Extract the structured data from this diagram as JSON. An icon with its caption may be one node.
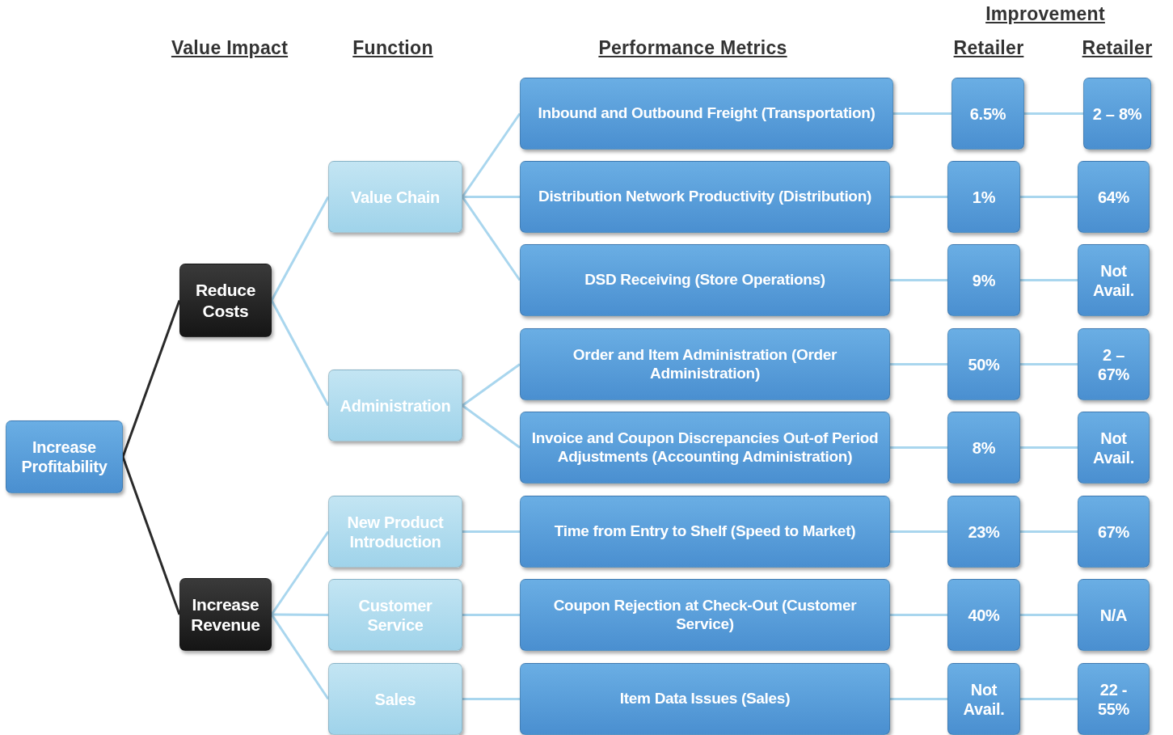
{
  "diagram": {
    "nodes": [
      {
        "text": [
          "Increase Profitability"
        ]
      },
      {
        "text": [
          "Reduce Costs"
        ]
      },
      {
        "text": [
          "Increase Revenue"
        ]
      },
      {
        "text": [
          "Value Chain"
        ]
      },
      {
        "text": [
          "Administration"
        ]
      },
      {
        "text": [
          "New Product Introduction"
        ]
      },
      {
        "text": [
          "Customer Service"
        ]
      },
      {
        "text": [
          "Sales"
        ]
      },
      {
        "text": [
          "Inbound and Outbound Freight (Transportation)"
        ]
      },
      {
        "text": [
          "Distribution Network Productivity (Distribution)"
        ]
      },
      {
        "text": [
          "DSD Receiving (Store Operations)"
        ]
      },
      {
        "text": [
          "Order and Item Administration (Order Administration)"
        ]
      },
      {
        "text": [
          "Invoice and Coupon Discrepancies Out-of Period Adjustments (Accounting Administration)"
        ]
      },
      {
        "text": [
          "Time from Entry to Shelf (Speed to Market)"
        ]
      },
      {
        "text": [
          "Coupon Rejection at Check-Out (Customer Service)"
        ]
      },
      {
        "text": [
          "Item Data Issues (Sales)"
        ]
      },
      {
        "text": [
          "6.5%"
        ]
      },
      {
        "text": [
          "2 – 8%"
        ]
      },
      {
        "text": [
          "1%"
        ]
      },
      {
        "text": [
          "64%"
        ]
      },
      {
        "text": [
          "9%"
        ]
      },
      {
        "text": [
          "Not Avail."
        ]
      },
      {
        "text": [
          "50%"
        ]
      },
      {
        "text": [
          "2 – 67%"
        ]
      },
      {
        "text": [
          "8%"
        ]
      },
      {
        "text": [
          "Not Avail."
        ]
      },
      {
        "text": [
          "23%"
        ]
      },
      {
        "text": [
          "67%"
        ]
      },
      {
        "text": [
          "40%"
        ]
      },
      {
        "text": [
          "N/A"
        ]
      },
      {
        "text": [
          "Not Avail."
        ]
      },
      {
        "text": [
          "22 - 55%"
        ]
      }
    ],
    "edges": [
      {
        "from": 0,
        "to": 1,
        "arrow": "none",
        "color": "#2a2a2a"
      },
      {
        "from": 0,
        "to": 2,
        "arrow": "none",
        "color": "#2a2a2a"
      },
      {
        "from": 1,
        "to": 3,
        "arrow": "none"
      },
      {
        "from": 1,
        "to": 4,
        "arrow": "none"
      },
      {
        "from": 2,
        "to": 5,
        "arrow": "none"
      },
      {
        "from": 2,
        "to": 6,
        "arrow": "none"
      },
      {
        "from": 2,
        "to": 7,
        "arrow": "none"
      },
      {
        "from": 3,
        "to": 8,
        "arrow": "none"
      },
      {
        "from": 3,
        "to": 9,
        "arrow": "none"
      },
      {
        "from": 3,
        "to": 10,
        "arrow": "none"
      },
      {
        "from": 4,
        "to": 11,
        "arrow": "none"
      },
      {
        "from": 4,
        "to": 12,
        "arrow": "none"
      },
      {
        "from": 5,
        "to": 13,
        "arrow": "none"
      },
      {
        "from": 6,
        "to": 14,
        "arrow": "none"
      },
      {
        "from": 7,
        "to": 15,
        "arrow": "none"
      },
      {
        "from": 8,
        "to": 16,
        "arrow": "none"
      },
      {
        "from": 16,
        "to": 17,
        "arrow": "none"
      },
      {
        "from": 9,
        "to": 18,
        "arrow": "none"
      },
      {
        "from": 18,
        "to": 19,
        "arrow": "none"
      },
      {
        "from": 10,
        "to": 20,
        "arrow": "none"
      },
      {
        "from": 20,
        "to": 21,
        "arrow": "none"
      },
      {
        "from": 11,
        "to": 22,
        "arrow": "none"
      },
      {
        "from": 22,
        "to": 23,
        "arrow": "none"
      },
      {
        "from": 12,
        "to": 24,
        "arrow": "none"
      },
      {
        "from": 24,
        "to": 25,
        "arrow": "none"
      },
      {
        "from": 13,
        "to": 26,
        "arrow": "none"
      },
      {
        "from": 26,
        "to": 27,
        "arrow": "none"
      },
      {
        "from": 14,
        "to": 28,
        "arrow": "none"
      },
      {
        "from": 28,
        "to": 29,
        "arrow": "none"
      },
      {
        "from": 15,
        "to": 30,
        "arrow": "none"
      },
      {
        "from": 30,
        "to": 31,
        "arrow": "none"
      }
    ],
    "labels": [
      "Improvement",
      "Value Impact",
      "Function",
      "Performance Metrics",
      "Retailer",
      "Retailer"
    ]
  }
}
